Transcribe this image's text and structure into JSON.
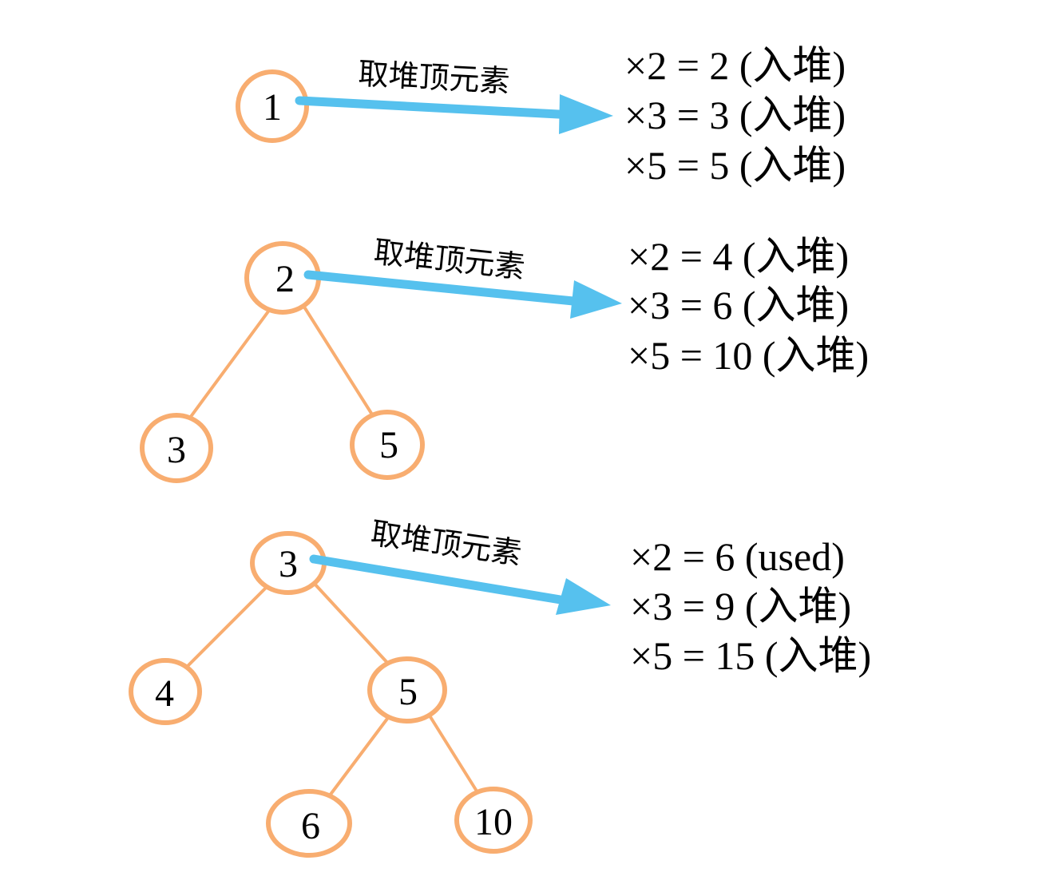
{
  "colors": {
    "node_stroke": "#f8ad70",
    "edge": "#f8ad70",
    "arrow": "#56c1ee",
    "text": "#000000",
    "background": "#ffffff"
  },
  "steps": [
    {
      "root": "1",
      "children": [],
      "arrow_label": "取堆顶元素",
      "results": [
        "×2 = 2 (入堆)",
        "×3 = 3 (入堆)",
        "×5 = 5 (入堆)"
      ]
    },
    {
      "root": "2",
      "children": [
        "3",
        "5"
      ],
      "arrow_label": "取堆顶元素",
      "results": [
        "×2 = 4 (入堆)",
        "×3 = 6 (入堆)",
        "×5 = 10 (入堆)"
      ]
    },
    {
      "root": "3",
      "children": [
        "4",
        "5"
      ],
      "grandchildren": [
        "6",
        "10"
      ],
      "arrow_label": "取堆顶元素",
      "results": [
        "×2 = 6 (used)",
        "×3 = 9 (入堆)",
        "×5 = 15 (入堆)"
      ]
    }
  ]
}
